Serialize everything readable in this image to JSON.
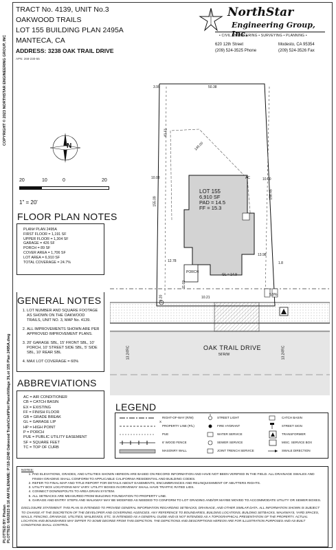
{
  "side": {
    "copyright": "COPYRIGHT © 2023 NORTHSTAR ENGINEERING GROUP, INC",
    "plotted": "PLOTTED BY: Phelan",
    "plot_path": "PLOTTED: 6/6/2023 8:16 AM  FILENAME: P:\\18-2248 Oakwood Trails\\Civil\\Plot Plans\\Village 3\\Lot 155 Plan 2495A.dwg"
  },
  "header": {
    "tract": "TRACT No. 4139, UNIT No.3",
    "subdivision": "OAKWOOD TRAILS",
    "lot": "LOT 155 BUILDING PLAN 2495A",
    "city": "MANTECA, CA",
    "address": "ADDRESS: 3238 OAK TRAIL DRIVE",
    "apn": "APN: 268-230-55"
  },
  "logo": {
    "name1": "NorthStar",
    "name2": "Engineering Group, Inc.",
    "services": "• CIVIL ENGINEERING  • SURVEYING  • PLANNING •",
    "street": "620 12th  Street",
    "city_addr": "Modesto,  CA  95354",
    "phone": "(209)  524-3525  Phone",
    "fax": "(209)  524-3526  Fax"
  },
  "plan": {
    "dims": [
      "3.99",
      "50.38",
      "40.61",
      "10.03",
      "145.00",
      "10.00",
      "155.09",
      "12.78",
      "13.98",
      "158.45",
      "11.03",
      "10.21",
      "10.20",
      "5.9%",
      "1.8",
      "GL = 14.9"
    ],
    "lot_label": "LOT 155",
    "lot_area": "6,910 SF",
    "pad": "PAD = 14.5",
    "ff": "FF = 15.3",
    "ac": "AC",
    "porch": "PORCH",
    "street": "OAK TRAIL DRIVE",
    "street_width": "56'R/W",
    "row1": "13.24'RC",
    "row2": "13.24'RC"
  },
  "scale": {
    "t0": "20",
    "t1": "10",
    "t2": "0",
    "t3": "20",
    "ratio": "1\" = 20'"
  },
  "floor_notes": {
    "title": "FLOOR PLAN NOTES",
    "lines": [
      "PLAN# PLAN 2495A",
      "FIRST FLOOR = 1,191 SF",
      "UPPER FLOOR = 1,304 SF",
      "GARAGE = 426 SF",
      "PORCH = 89 SF",
      "COVER AREA = 1,706 SF",
      "LOT AREA = 6,910 SF",
      "TOTAL COVERAGE = 24.7%"
    ]
  },
  "general_notes": {
    "title": "GENERAL NOTES",
    "items": [
      "LOT NUMBER AND SQUARE FOOTAGE AS SHOWN ON THE OAKWOOD TRAILS, UNIT NO. 3, MAP No. 4139.",
      "ALL IMPROVEMENTS SHOWN ARE PER APPROVED IMPROVEMENT PLANS.",
      "20' GARAGE SBL, 15' FRONT SBL, 10' PORCH, 10' STREET SIDE SBL, 5' SIDE SBL, 10' REAR SBL",
      "MAX LOT COVERAGE = 60%"
    ]
  },
  "abbreviations": {
    "title": "ABBREVIATIONS",
    "items": [
      "AC = AIR CONDITIONER",
      "CB = CATCH BASIN",
      "EX = EXISTING",
      "FF = FINISH FLOOR",
      "GB = GRADE BREAK",
      "GL = GARAGE LIP",
      "HP = HIGH POINT",
      "P = PORCH",
      "PUE = PUBLIC UTILITY EASEMENT",
      "SF = SQUARE FEET",
      "TC = TOP OF CURB"
    ]
  },
  "legend": {
    "title": "LEGEND",
    "col1": [
      "RIGHT-OF-WAY (R/W)",
      "PROPERTY LINE (P/L)",
      "PUE",
      "6' WOOD FENCE",
      "MASONRY WALL"
    ],
    "col2": [
      "STREET LIGHT",
      "FIRE HYDRANT",
      "WATER SERVICE",
      "SEWER SERVICE",
      "JOINT TRENCH SERVICE"
    ],
    "col3": [
      "CATCH BASIN",
      "STREET SIGN",
      "TRANSFORMER",
      "MISC. SERVICE BOX",
      "SWALE DIRECTION"
    ],
    "sym_x": "X"
  },
  "notes": {
    "title": "NOTES:",
    "items": [
      "PAD ELEVATIONS, GRADES, AND UTILITIES SHOWN HEREON ARE BASED ON RECORD INFORMATION AND HAVE NOT BEEN VERIFIED IN THE FIELD. ALL DRAINAGE SWALES AND FINISH GRADING SHALL CONFORM TO APPLICABLE CALIFORNIA RESIDENTIAL AND BUILDING CODES.",
      "REFER TO FINAL MAP AND TITLE REPORT FOR DETAILS ABOUT EASEMENTS, ENCUMBRANCES AND RELINQUISHMENT OF ABUTTERS RIGHTS.",
      "UTILITY BOX LOCATIONS MAY VARY. UTILITY BOXES IN DRIVEWAY SHALL HAVE TRAFFIC RATED LIDS.",
      "CONNECT DOWNSPOUTS TO AREA DRAIN SYSTEM.",
      "ALL SETBACKS ARE MEASURED FROM BUILDING FOUNDATION TO PROPERTY LINE.",
      "GARAGE AND ENTRY STEPS AND WALKWAY MAY BE MODIFIED AS NEEDED TO CONFORM TO LOT GRADING AND/OR MAYBE MOVED TO ACCOMMODATE UTILITY OR SEWER BOXES."
    ],
    "disclosure": "DISCLOSURE STATEMENT: THIS PLAN IS INTENDED TO PROVIDE GENERAL INFORMATION REGARDING SETBACKS, DRAINAGE, AND OTHER SIMILAR DATA. ALL INFORMATION SHOWN IS SUBJECT TO CHANGE AT THE DISCRETION OF THE DEVELOPER AND GOVERNING AGENCIES. ANY REFERENCE TO BOUNDARIES, BUILDING LOCATIONS, BUILDING SETBACKS, WALKWAYS, YARD SPACES, WALLS, FENCING, DRAINAGE, UTILITIES, MAILBOXES, ETC. IS INTENDED AS A GENERAL GUIDE AND IS NOT INTENDED AS A TOPOGRAPHICAL PRESENTATION OF THE PROPERTY. ACTUAL LOCATION AND BOUNDARIES MAY DIFFER TO SOME DEGREE FROM THIS DEPICTION. THE DEPICTIONS AND DESCRIPTIONS HEREON ARE FOR ILLUSTRATION PURPOSES AND AS-BUILT CONDITIONS SHALL CONTROL."
  }
}
